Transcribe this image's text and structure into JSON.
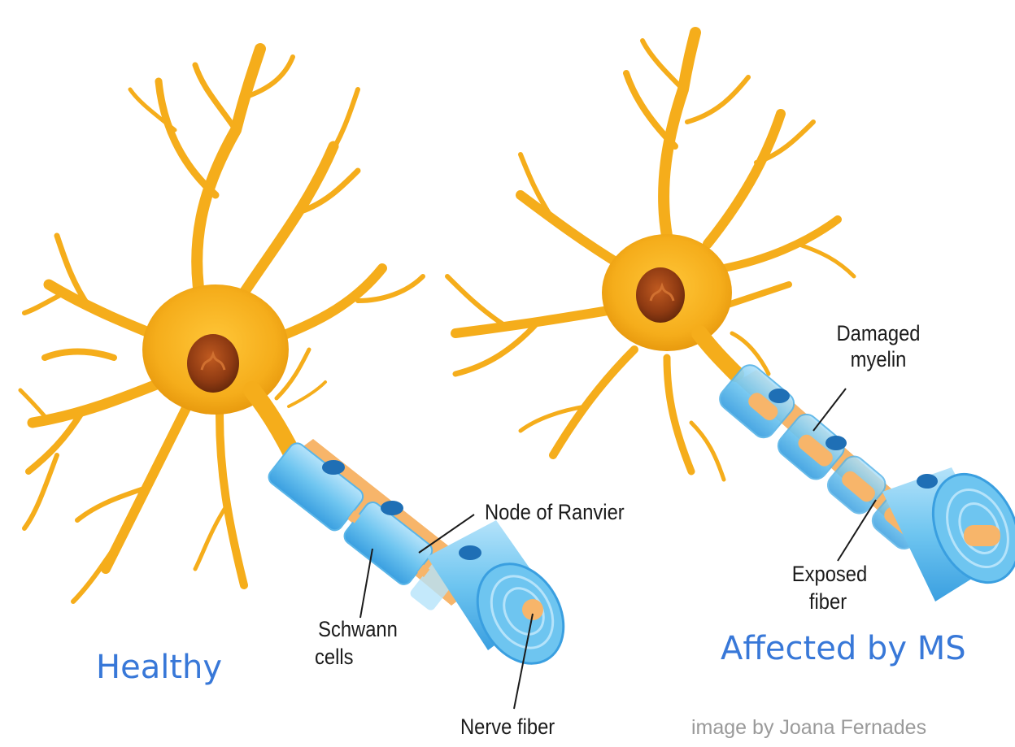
{
  "diagram": {
    "labels": {
      "node_of_ranvier": "Node of Ranvier",
      "schwann_line1": "Schwann",
      "schwann_line2": "cells",
      "nerve_fiber": "Nerve fiber",
      "damaged_line1": "Damaged",
      "damaged_line2": "myelin",
      "exposed_line1": "Exposed",
      "exposed_line2": "fiber"
    },
    "titles": {
      "healthy": "Healthy",
      "affected": "Affected by MS"
    },
    "credit": "image by Joana Fernades",
    "colors": {
      "neuron": "#F5AD1B",
      "neuron_dark": "#E0920C",
      "nucleus": "#8E3A12",
      "myelin": "#6EC5F0",
      "myelin_light": "#B5E3FA",
      "myelin_dark": "#2F8FD0",
      "schwann_nucleus": "#1F6FB5",
      "axon": "#F7B56A",
      "title": "#3878D8",
      "credit": "#9A9A9A"
    }
  }
}
